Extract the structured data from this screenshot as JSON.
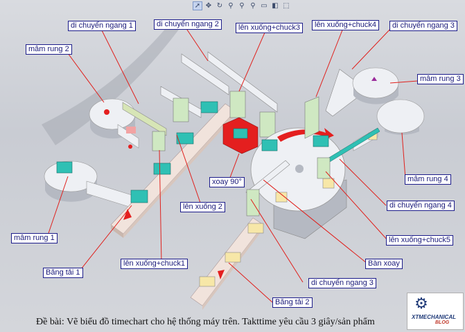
{
  "toolbar": {
    "items": [
      {
        "icon": "select-arrow-icon",
        "glyph": "➚"
      },
      {
        "icon": "move-icon",
        "glyph": "✥"
      },
      {
        "icon": "rotate-icon",
        "glyph": "↻"
      },
      {
        "icon": "zoom-icon",
        "glyph": "⚲"
      },
      {
        "icon": "zoom-area-icon",
        "glyph": "⚲"
      },
      {
        "icon": "zoom-out-icon",
        "glyph": "⚲"
      },
      {
        "icon": "view-orientation-icon",
        "glyph": "▭"
      },
      {
        "icon": "display-style-icon",
        "glyph": "◧"
      },
      {
        "icon": "section-view-icon",
        "glyph": "⬚"
      }
    ]
  },
  "labels": {
    "mam_rung_1": "mâm rung 1",
    "mam_rung_2": "mâm rung 2",
    "mam_rung_3": "mâm rung 3",
    "mam_rung_4": "mâm rung 4",
    "di_chuyen_ngang_1": "di chuyển ngang 1",
    "di_chuyen_ngang_2": "di chuyển ngang 2",
    "di_chuyen_ngang_3_top": "di chuyển ngang 3",
    "di_chuyen_ngang_3_bottom": "di chuyển ngang 3",
    "di_chuyen_ngang_4": "di chuyển ngang 4",
    "len_xuong_chuck3": "lên xuống+chuck3",
    "len_xuong_chuck4": "lên xuống+chuck4",
    "len_xuong_chuck5": "lên xuống+chuck5",
    "len_xuong_chuck1": "lên xuống+chuck1",
    "len_xuong_2": "lên xuống 2",
    "xoay_90": "xoay 90°",
    "ban_xoay": "Bàn xoay",
    "bang_tai_1": "Băng tải 1",
    "bang_tai_2": "Băng tải 2"
  },
  "caption": "Đề bài: Vẽ biểu đồ timechart cho hệ thống máy trên. Takttime yêu cầu 3 giây/sản phẩm",
  "logo": {
    "line1": "XTMECHANICAL",
    "line2": "BLOG"
  },
  "colors": {
    "label_border": "#1c1c8a",
    "leader": "#e0201c",
    "machine_light": "#eef0f4",
    "machine_shadow": "#b5b9c2",
    "conveyor": "#f1e3dc",
    "cylinder_green": "#cfe8c2",
    "chuck_teal": "#2fc0b4",
    "red_block": "#e41f1f"
  }
}
